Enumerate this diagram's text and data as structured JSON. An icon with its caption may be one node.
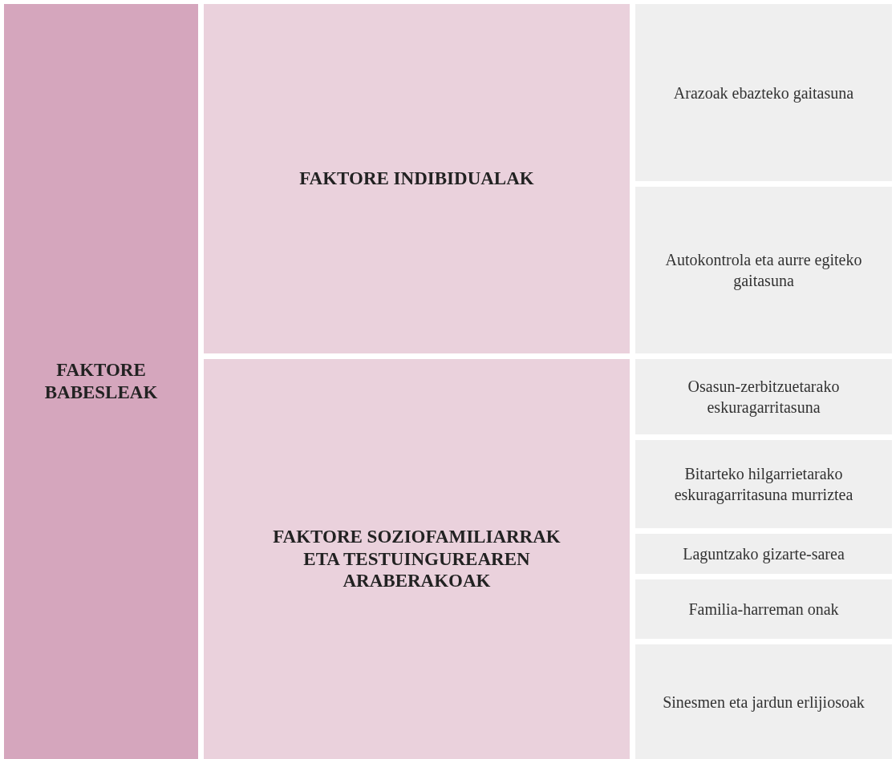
{
  "diagram": {
    "nodes": [
      {
        "text": [
          "FAKTORE BABESLEAK"
        ]
      },
      {
        "text": [
          "FAKTORE INDIBIDUALAK"
        ]
      },
      {
        "text": [
          "FAKTORE SOZIOFAMILIARRAK ETA TESTUINGUREAREN ARABERAKOAK"
        ]
      },
      {
        "text": [
          "Arazoak ebazteko gaitasuna"
        ]
      },
      {
        "text": [
          "Autokontrola eta aurre egiteko gaitasuna"
        ]
      },
      {
        "text": [
          "Osasun-zerbitzuetarako eskuragarritasuna"
        ]
      },
      {
        "text": [
          "Bitarteko hilgarrietarako eskuragarritasuna murriztea"
        ]
      },
      {
        "text": [
          "Laguntzako gizarte-sarea"
        ]
      },
      {
        "text": [
          "Familia-harreman onak"
        ]
      },
      {
        "text": [
          "Sinesmen eta jardun erlijiosoak"
        ]
      }
    ]
  }
}
